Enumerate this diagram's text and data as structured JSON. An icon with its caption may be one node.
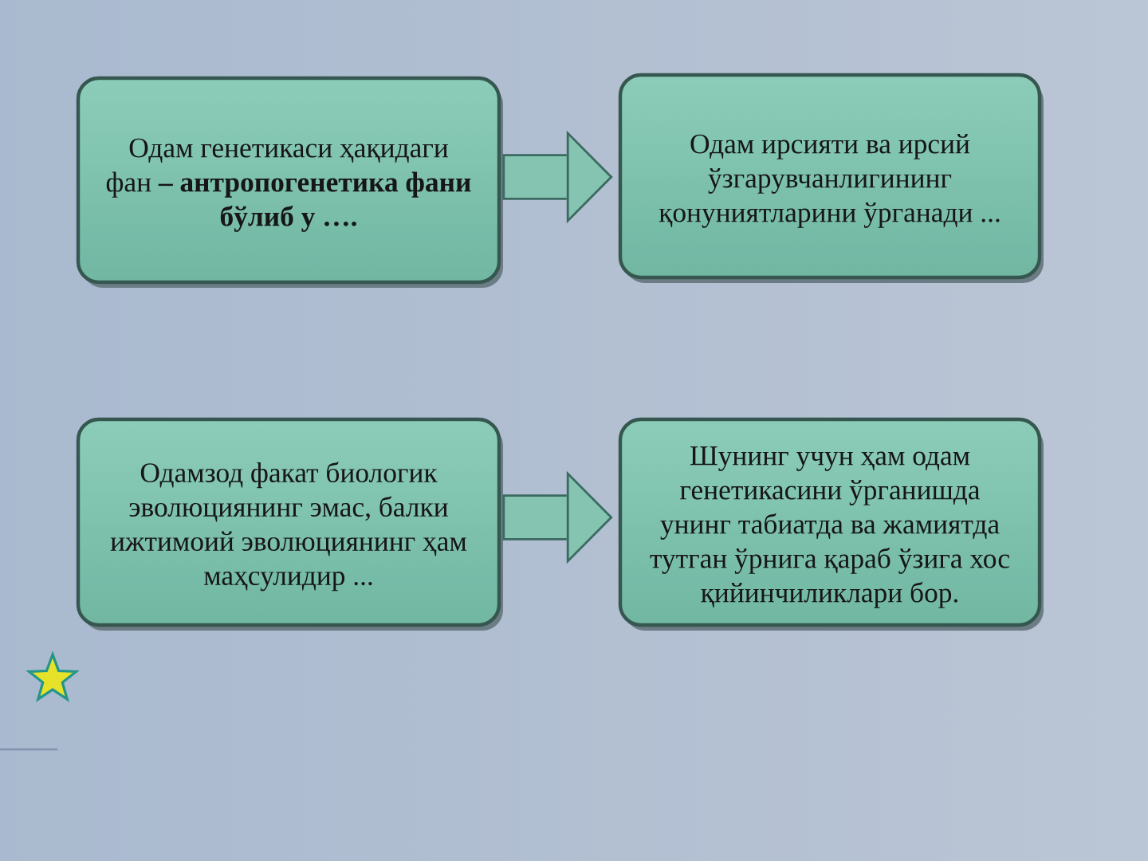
{
  "diagram": {
    "nodes": [
      {
        "text": [
          "Одам генетикаси ҳақидаги фан **– антропогенетика фани бўлиб у ….**"
        ]
      },
      {
        "text": [
          "Одам ирсияти ва ирсий ўзгарувчанлигининг қонуниятларини ўрганади ..."
        ]
      },
      {
        "text": [
          "Одамзод факат биологик эволюциянинг эмас, балки ижтимоий эволюциянинг ҳам маҳсулидир ..."
        ]
      },
      {
        "text": [
          "Шунинг учун ҳам одам генетикасини ўрганишда унинг табиатда ва жамиятда тутган ўрнига қараб ўзига хос қийинчиликлари бор."
        ]
      }
    ],
    "edges": [
      {
        "from": 0,
        "to": 1,
        "arrow": "to"
      },
      {
        "from": 2,
        "to": 3,
        "arrow": "to"
      }
    ]
  }
}
